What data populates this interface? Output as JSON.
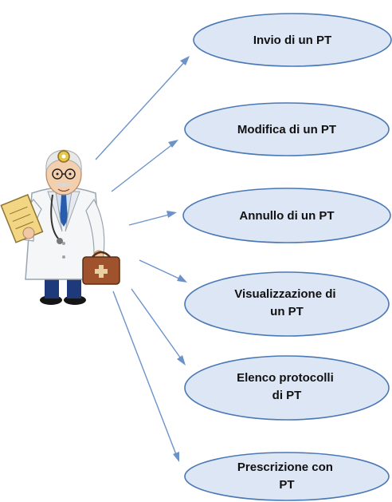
{
  "actor": {
    "icon": "doctor-icon"
  },
  "use_cases": [
    {
      "lines": [
        "Invio di un PT"
      ]
    },
    {
      "lines": [
        "Modifica di un PT"
      ]
    },
    {
      "lines": [
        "Annullo di un PT"
      ]
    },
    {
      "lines": [
        "Visualizzazione di",
        "un PT"
      ]
    },
    {
      "lines": [
        "Elenco protocolli",
        "di PT"
      ]
    },
    {
      "lines": [
        "Prescrizione con",
        "PT"
      ]
    }
  ],
  "colors": {
    "ellipse_fill": "#dde6f4",
    "ellipse_stroke": "#4a78b5",
    "arrow": "#6b93c9"
  }
}
